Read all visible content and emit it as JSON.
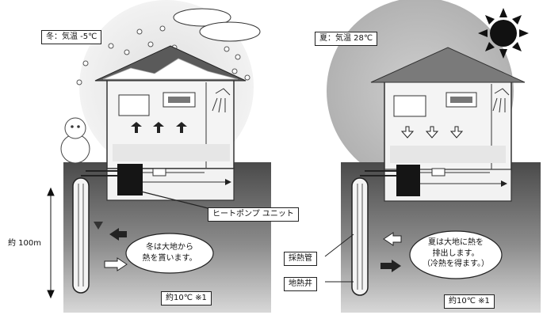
{
  "winter": {
    "season_label": "冬：気温 -5℃",
    "bubble_line1": "冬は大地から",
    "bubble_line2": "熱を貰います。",
    "ground_temp": "約10℃ ※1"
  },
  "summer": {
    "season_label": "夏：気温 28℃",
    "bubble_line1": "夏は大地に熱を",
    "bubble_line2": "排出します。",
    "bubble_line3": "（冷熱を得ます。）",
    "ground_temp": "約10℃ ※1"
  },
  "depth_label": "約 100m",
  "callouts": {
    "heat_pump_unit": "ヒートポンプ ユニット",
    "heat_exchange_pipe": "採熱管",
    "heat_well": "地熱井"
  },
  "colors": {
    "ground_top": "#505050",
    "ground_bottom": "#d4d4d4",
    "winter_sky": "#ffffff",
    "summer_sun_glow": "#bdbdbd",
    "roof": "#6e6e6e",
    "house_wall": "#f4f4f4"
  }
}
